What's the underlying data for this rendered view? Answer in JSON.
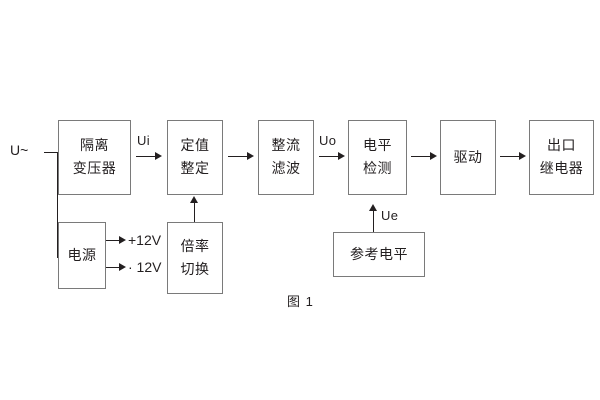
{
  "figure": {
    "caption": "图 1",
    "background": "#ffffff",
    "box_border_color": "#7a7a7a",
    "line_color": "#231f20"
  },
  "input": {
    "source_label": "U~"
  },
  "blocks": {
    "isolation_transformer": {
      "line1": "隔离",
      "line2": "变压器"
    },
    "setting_adjust": {
      "line1": "定值",
      "line2": "整定"
    },
    "rectify_filter": {
      "line1": "整流",
      "line2": "滤波"
    },
    "level_detect": {
      "line1": "电平",
      "line2": "检测"
    },
    "drive": {
      "line1": "驱动",
      "line2": ""
    },
    "output_relay": {
      "line1": "出口",
      "line2": "继电器"
    },
    "power_supply": {
      "line1": "电源",
      "line2": ""
    },
    "multiplier_switch": {
      "line1": "倍率",
      "line2": "切换"
    },
    "reference_level": {
      "line1": "参考电平",
      "line2": ""
    }
  },
  "signals": {
    "ui": "Ui",
    "uo": "Uo",
    "ue": "Ue"
  },
  "rails": {
    "positive": "+12V",
    "negative": "· 12V"
  }
}
